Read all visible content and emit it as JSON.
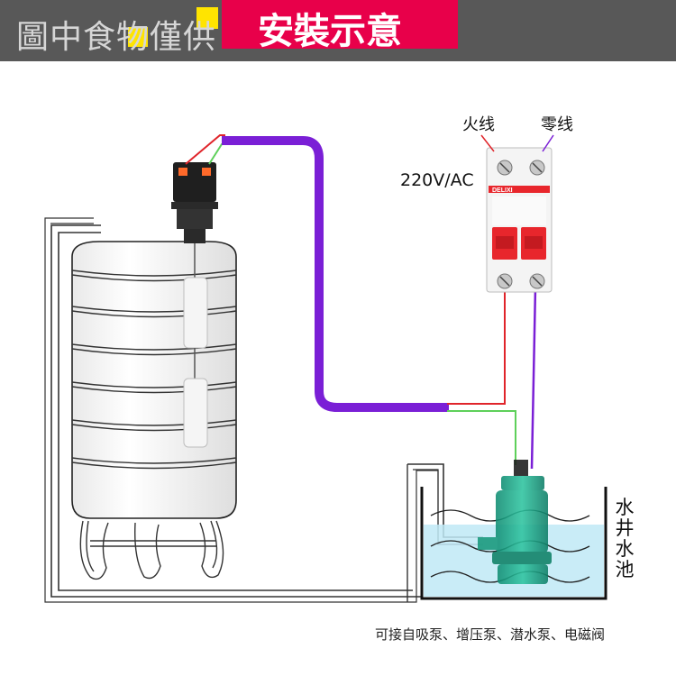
{
  "header": {
    "store_name": "圖中食物僅供",
    "title": "安裝示意"
  },
  "labels": {
    "voltage": "220V/AC",
    "live_wire": "火线",
    "neutral_wire": "零线",
    "water_well": "水井水池"
  },
  "breaker": {
    "brand": "DELIXI"
  },
  "footer": {
    "note": "可接自吸泵、增压泵、潜水泵、电磁阀"
  },
  "colors": {
    "header_bg": "#585858",
    "banner": "#e8004a",
    "cable_purple": "#7a1fd6",
    "wire_red": "#e0242a",
    "wire_green": "#5ed05a",
    "pump_green": "#1aa889",
    "water": "#bfe9f6",
    "breaker_red": "#e8262c"
  }
}
